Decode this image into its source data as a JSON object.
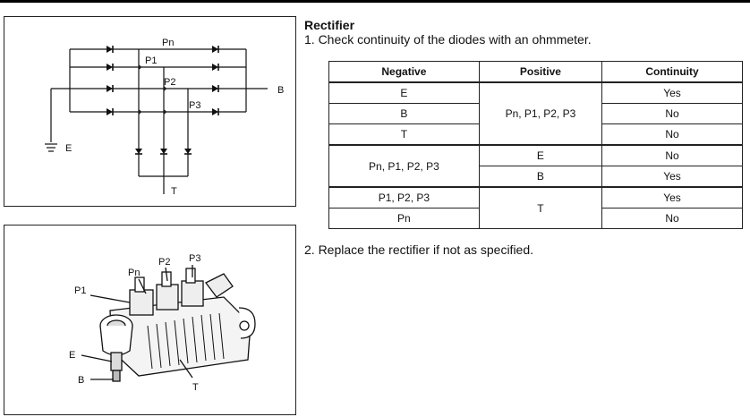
{
  "heading": {
    "title": "Rectifier",
    "step1": "1. Check continuity of the diodes with an ohmmeter.",
    "step2": "2. Replace the rectifier if not as specified."
  },
  "schematic": {
    "labels": {
      "pn": "Pn",
      "p1": "P1",
      "p2": "P2",
      "p3": "P3",
      "b": "B",
      "e": "E",
      "t": "T"
    }
  },
  "photo": {
    "labels": {
      "p1": "P1",
      "pn": "Pn",
      "p2": "P2",
      "p3": "P3",
      "e": "E",
      "b": "B",
      "t": "T"
    }
  },
  "table": {
    "headers": [
      "Negative",
      "Positive",
      "Continuity"
    ],
    "group1": {
      "positive": "Pn, P1, P2, P3",
      "rows": [
        {
          "negative": "E",
          "continuity": "Yes"
        },
        {
          "negative": "B",
          "continuity": "No"
        },
        {
          "negative": "T",
          "continuity": "No"
        }
      ]
    },
    "group2": {
      "negative": "Pn, P1, P2, P3",
      "rows": [
        {
          "positive": "E",
          "continuity": "No"
        },
        {
          "positive": "B",
          "continuity": "Yes"
        }
      ]
    },
    "group3": {
      "positive": "T",
      "rows": [
        {
          "negative": "P1, P2, P3",
          "continuity": "Yes"
        },
        {
          "negative": "Pn",
          "continuity": "No"
        }
      ]
    }
  }
}
